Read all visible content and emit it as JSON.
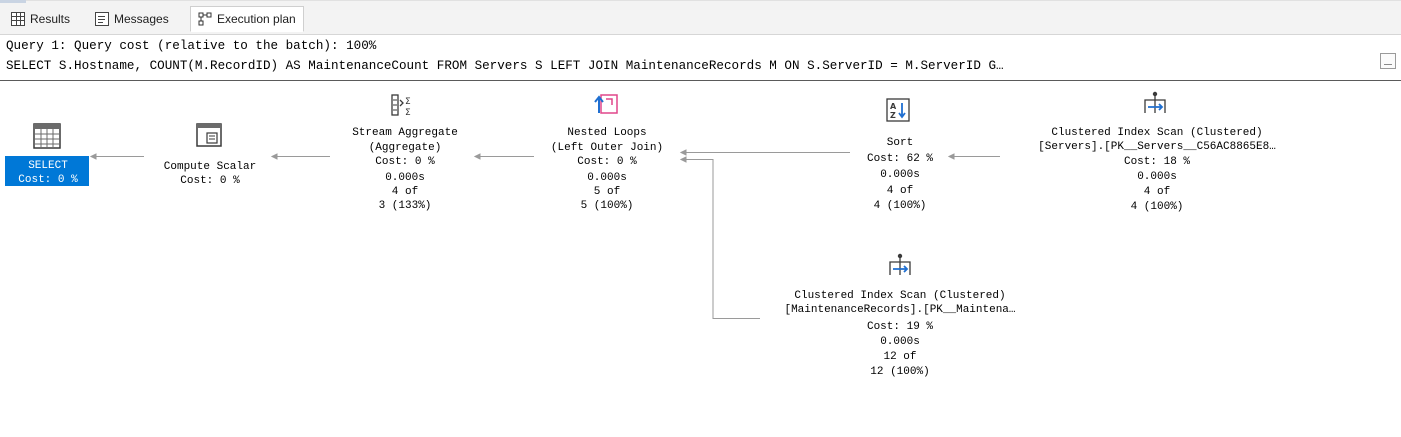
{
  "tabs": [
    {
      "label": "Results",
      "icon": "grid-icon",
      "active": false
    },
    {
      "label": "Messages",
      "icon": "messages-icon",
      "active": false
    },
    {
      "label": "Execution plan",
      "icon": "execution-plan-icon",
      "active": true
    }
  ],
  "query": {
    "cost_line": "Query 1: Query cost (relative to the batch): 100%",
    "sql_text": "SELECT S.Hostname, COUNT(M.RecordID) AS MaintenanceCount FROM Servers S LEFT JOIN MaintenanceRecords M ON S.ServerID = M.ServerID G…"
  },
  "plan": {
    "select": {
      "title": "SELECT",
      "cost": "Cost: 0 %"
    },
    "compute_scalar": {
      "title": "Compute Scalar",
      "cost": "Cost: 0 %"
    },
    "stream_aggregate": {
      "title": "Stream Aggregate",
      "subtitle": "(Aggregate)",
      "cost": "Cost: 0 %",
      "time": "0.000s",
      "rows_line1": "4 of",
      "rows_line2": "3 (133%)"
    },
    "nested_loops": {
      "title": "Nested Loops",
      "subtitle": "(Left Outer Join)",
      "cost": "Cost: 0 %",
      "time": "0.000s",
      "rows_line1": "5 of",
      "rows_line2": "5 (100%)"
    },
    "sort": {
      "title": "Sort",
      "cost": "Cost: 62 %",
      "time": "0.000s",
      "rows_line1": "4 of",
      "rows_line2": "4 (100%)"
    },
    "index_scan_servers": {
      "title": "Clustered Index Scan (Clustered)",
      "object": "[Servers].[PK__Servers__C56AC8865E8…",
      "cost": "Cost: 18 %",
      "time": "0.000s",
      "rows_line1": "4 of",
      "rows_line2": "4 (100%)"
    },
    "index_scan_maintenance": {
      "title": "Clustered Index Scan (Clustered)",
      "object": "[MaintenanceRecords].[PK__Maintena…",
      "cost": "Cost: 19 %",
      "time": "0.000s",
      "rows_line1": "12 of",
      "rows_line2": "12 (100%)"
    }
  },
  "colors": {
    "selection": "#0078d7",
    "wire": "#9a9a9a",
    "accent_blue": "#1f6fd1"
  }
}
